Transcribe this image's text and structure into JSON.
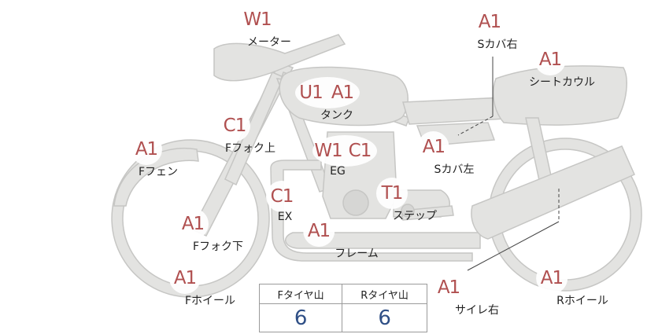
{
  "colors": {
    "part_fill": "#e3e3e1",
    "part_stroke": "#c8c8c6",
    "code_text": "#b05050",
    "value_text": "#2f4f86"
  },
  "parts": [
    {
      "id": "meter",
      "codes": [
        "W1"
      ],
      "label": "メーター"
    },
    {
      "id": "s-cover-right",
      "codes": [
        "A1"
      ],
      "label": "Sカバ右"
    },
    {
      "id": "seat-cowl",
      "codes": [
        "A1"
      ],
      "label": "シートカウル"
    },
    {
      "id": "tank",
      "codes": [
        "U1",
        "A1"
      ],
      "label": "タンク"
    },
    {
      "id": "fork-upper",
      "codes": [
        "C1"
      ],
      "label": "Fフォク上"
    },
    {
      "id": "f-fender",
      "codes": [
        "A1"
      ],
      "label": "Fフェン"
    },
    {
      "id": "engine",
      "codes": [
        "W1",
        "C1"
      ],
      "label": "EG"
    },
    {
      "id": "s-cover-left",
      "codes": [
        "A1"
      ],
      "label": "Sカバ左"
    },
    {
      "id": "exhaust",
      "codes": [
        "C1"
      ],
      "label": "EX"
    },
    {
      "id": "step",
      "codes": [
        "T1"
      ],
      "label": "ステップ"
    },
    {
      "id": "fork-lower",
      "codes": [
        "A1"
      ],
      "label": "Fフォク下"
    },
    {
      "id": "frame",
      "codes": [
        "A1"
      ],
      "label": "フレーム"
    },
    {
      "id": "f-wheel",
      "codes": [
        "A1"
      ],
      "label": "Fホイール"
    },
    {
      "id": "muffler-right",
      "codes": [
        "A1"
      ],
      "label": "サイレ右"
    },
    {
      "id": "r-wheel",
      "codes": [
        "A1"
      ],
      "label": "Rホイール"
    }
  ],
  "tyre_tread": {
    "front_header": "Fタイヤ山",
    "rear_header": "Rタイヤ山",
    "front_value": "6",
    "rear_value": "6"
  }
}
